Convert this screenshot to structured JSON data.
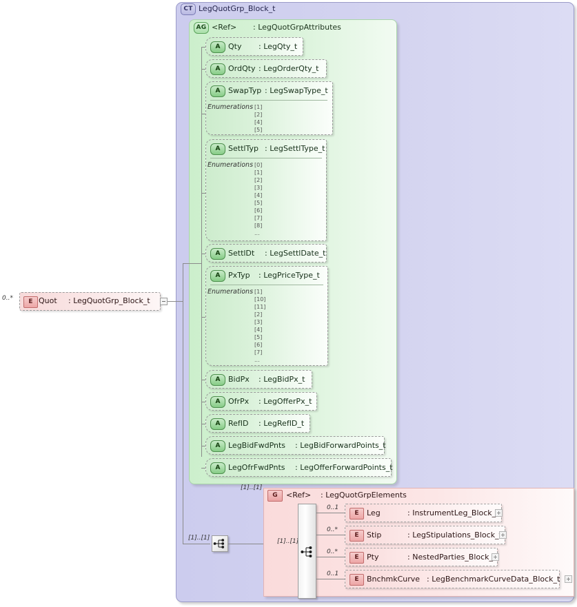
{
  "diagram": {
    "kind": "xsd-schema-diagram",
    "root_element": {
      "badge": "E",
      "name": "Quot",
      "separator": ":",
      "type": "LegQuotGrp_Block_t",
      "occurrence": "0..*",
      "expander": "minus"
    },
    "complex_type": {
      "badge": "CT",
      "title": "LegQuotGrp_Block_t"
    },
    "attribute_group": {
      "badge": "AG",
      "ref": "<Ref>",
      "separator": ":",
      "type": "LegQuotGrpAttributes",
      "attributes": [
        {
          "badge": "A",
          "name": "Qty",
          "separator": ":",
          "type": "LegQty_t",
          "enumerations": null
        },
        {
          "badge": "A",
          "name": "OrdQty",
          "separator": ":",
          "type": "LegOrderQty_t",
          "enumerations": null
        },
        {
          "badge": "A",
          "name": "SwapTyp",
          "separator": ":",
          "type": "LegSwapType_t",
          "enum_label": "Enumerations",
          "enumerations": [
            "[1]",
            "[2]",
            "[4]",
            "[5]"
          ]
        },
        {
          "badge": "A",
          "name": "SettlTyp",
          "separator": ":",
          "type": "LegSettlType_t",
          "enum_label": "Enumerations",
          "enumerations": [
            "[0]",
            "[1]",
            "[2]",
            "[3]",
            "[4]",
            "[5]",
            "[6]",
            "[7]",
            "[8]",
            "..."
          ]
        },
        {
          "badge": "A",
          "name": "SettlDt",
          "separator": ":",
          "type": "LegSettlDate_t",
          "enumerations": null
        },
        {
          "badge": "A",
          "name": "PxTyp",
          "separator": ":",
          "type": "LegPriceType_t",
          "enum_label": "Enumerations",
          "enumerations": [
            "[1]",
            "[10]",
            "[11]",
            "[2]",
            "[3]",
            "[4]",
            "[5]",
            "[6]",
            "[7]",
            "..."
          ]
        },
        {
          "badge": "A",
          "name": "BidPx",
          "separator": ":",
          "type": "LegBidPx_t",
          "enumerations": null
        },
        {
          "badge": "A",
          "name": "OfrPx",
          "separator": ":",
          "type": "LegOfferPx_t",
          "enumerations": null
        },
        {
          "badge": "A",
          "name": "RefID",
          "separator": ":",
          "type": "LegRefID_t",
          "enumerations": null
        },
        {
          "badge": "A",
          "name": "LegBidFwdPnts",
          "separator": ":",
          "type": "LegBidForwardPoints_t",
          "enumerations": null
        },
        {
          "badge": "A",
          "name": "LegOfrFwdPnts",
          "separator": ":",
          "type": "LegOfferForwardPoints_t",
          "enumerations": null
        }
      ]
    },
    "element_group": {
      "badge": "G",
      "ref": "<Ref>",
      "separator": ":",
      "type": "LegQuotGrpElements",
      "occurrence_outer": "[1]..[1]",
      "occurrence_left": "[1]..[1]",
      "occurrence_inner": "[1]..[1]",
      "compositor": "sequence",
      "elements": [
        {
          "badge": "E",
          "name": "Leg",
          "separator": ":",
          "type": "InstrumentLeg_Block_t",
          "occurrence": "0..1",
          "expander": "plus"
        },
        {
          "badge": "E",
          "name": "Stip",
          "separator": ":",
          "type": "LegStipulations_Block_t",
          "occurrence": "0..*",
          "expander": "plus"
        },
        {
          "badge": "E",
          "name": "Pty",
          "separator": ":",
          "type": "NestedParties_Block_t",
          "occurrence": "0..*",
          "expander": "plus"
        },
        {
          "badge": "E",
          "name": "BnchmkCurve",
          "separator": ":",
          "type": "LegBenchmarkCurveData_Block_t",
          "occurrence": "0..1",
          "expander": "plus"
        }
      ]
    },
    "colors": {
      "complex_type_fill": "#d4d4f0",
      "attribute_group_fill": "#daf3da",
      "element_group_fill": "#fce6e6",
      "element_fill": "#f7dada",
      "line": "#8a8a8a"
    }
  }
}
